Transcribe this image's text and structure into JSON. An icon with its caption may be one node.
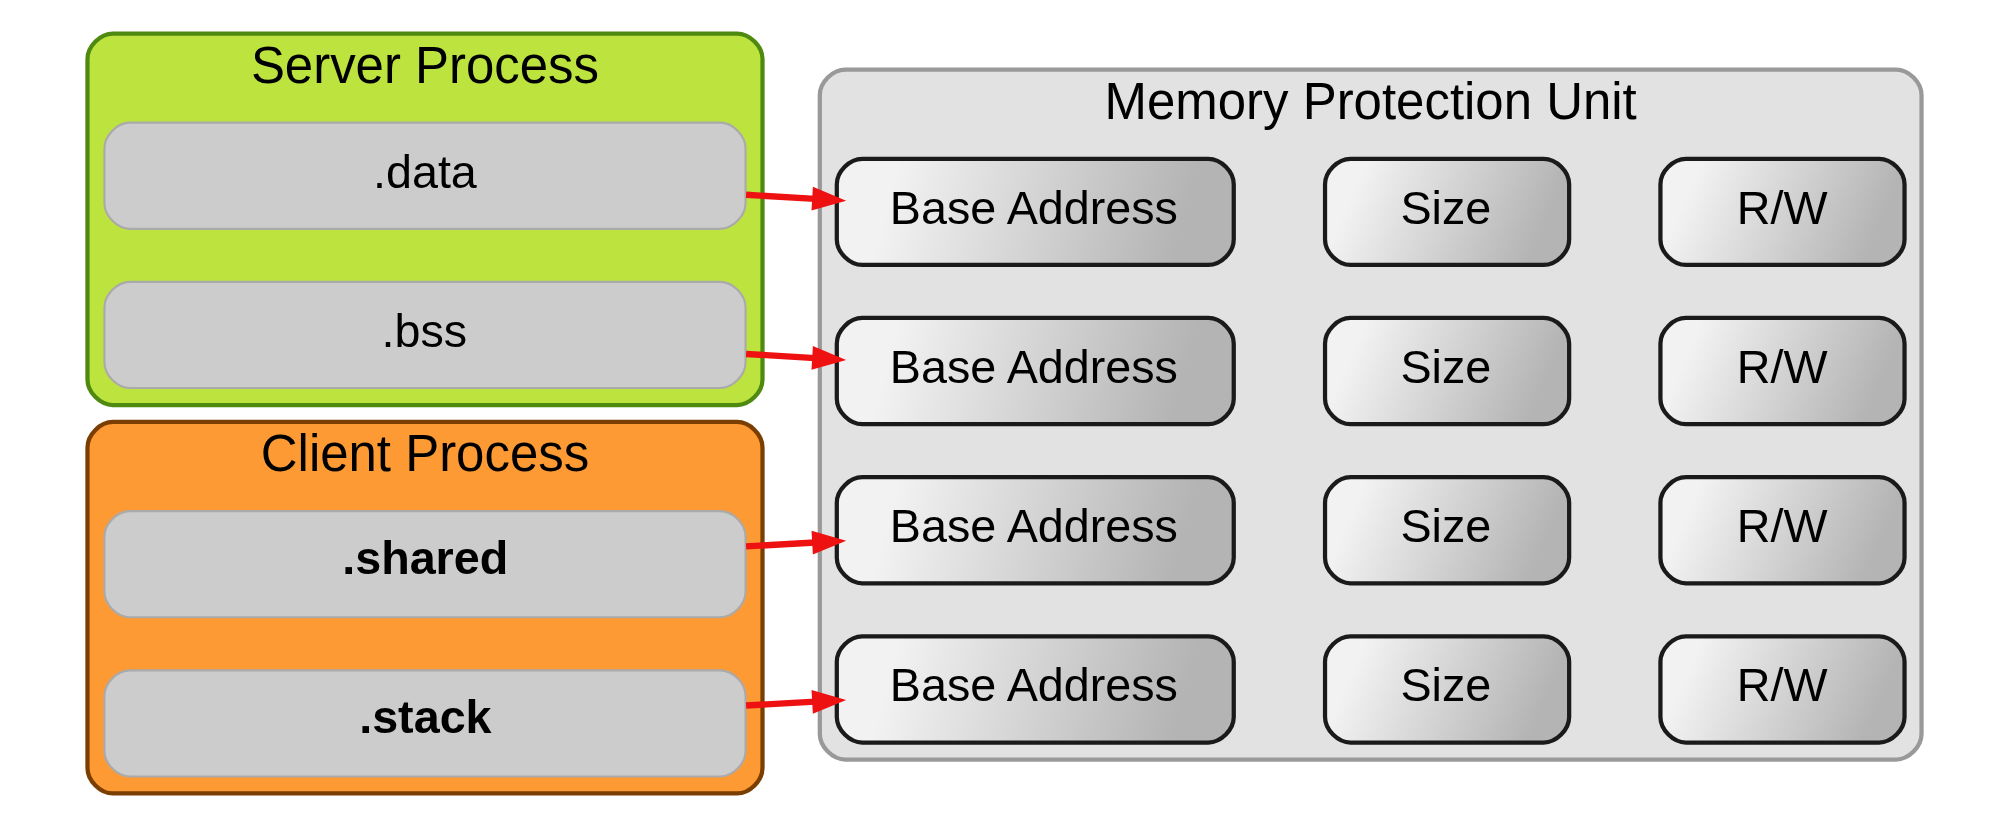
{
  "diagram": {
    "nodes": [
      {
        "text": [
          "Server Process"
        ]
      },
      {
        "text": [
          ".data"
        ],
        "in": 0
      },
      {
        "text": [
          ".bss"
        ],
        "in": 0
      },
      {
        "text": [
          "Client Process"
        ]
      },
      {
        "text": [
          ".shared"
        ],
        "in": 3
      },
      {
        "text": [
          ".stack"
        ],
        "in": 3
      },
      {
        "text": [
          "Memory Protection Unit"
        ]
      },
      {
        "text": [
          "Base Address"
        ],
        "in": 6
      },
      {
        "text": [
          "Size"
        ],
        "in": 6
      },
      {
        "text": [
          "R/W"
        ],
        "in": 6
      },
      {
        "text": [
          "Base Address"
        ],
        "in": 6
      },
      {
        "text": [
          "Size"
        ],
        "in": 6
      },
      {
        "text": [
          "R/W"
        ],
        "in": 6
      },
      {
        "text": [
          "Base Address"
        ],
        "in": 6
      },
      {
        "text": [
          "Size"
        ],
        "in": 6
      },
      {
        "text": [
          "R/W"
        ],
        "in": 6
      },
      {
        "text": [
          "Base Address"
        ],
        "in": 6
      },
      {
        "text": [
          "Size"
        ],
        "in": 6
      },
      {
        "text": [
          "R/W"
        ],
        "in": 6
      }
    ],
    "edges": [
      {
        "from": 1,
        "to": 7,
        "arrow": "to"
      },
      {
        "from": 2,
        "to": 10,
        "arrow": "to"
      },
      {
        "from": 4,
        "to": 13,
        "arrow": "to"
      },
      {
        "from": 5,
        "to": 16,
        "arrow": "to"
      }
    ]
  }
}
